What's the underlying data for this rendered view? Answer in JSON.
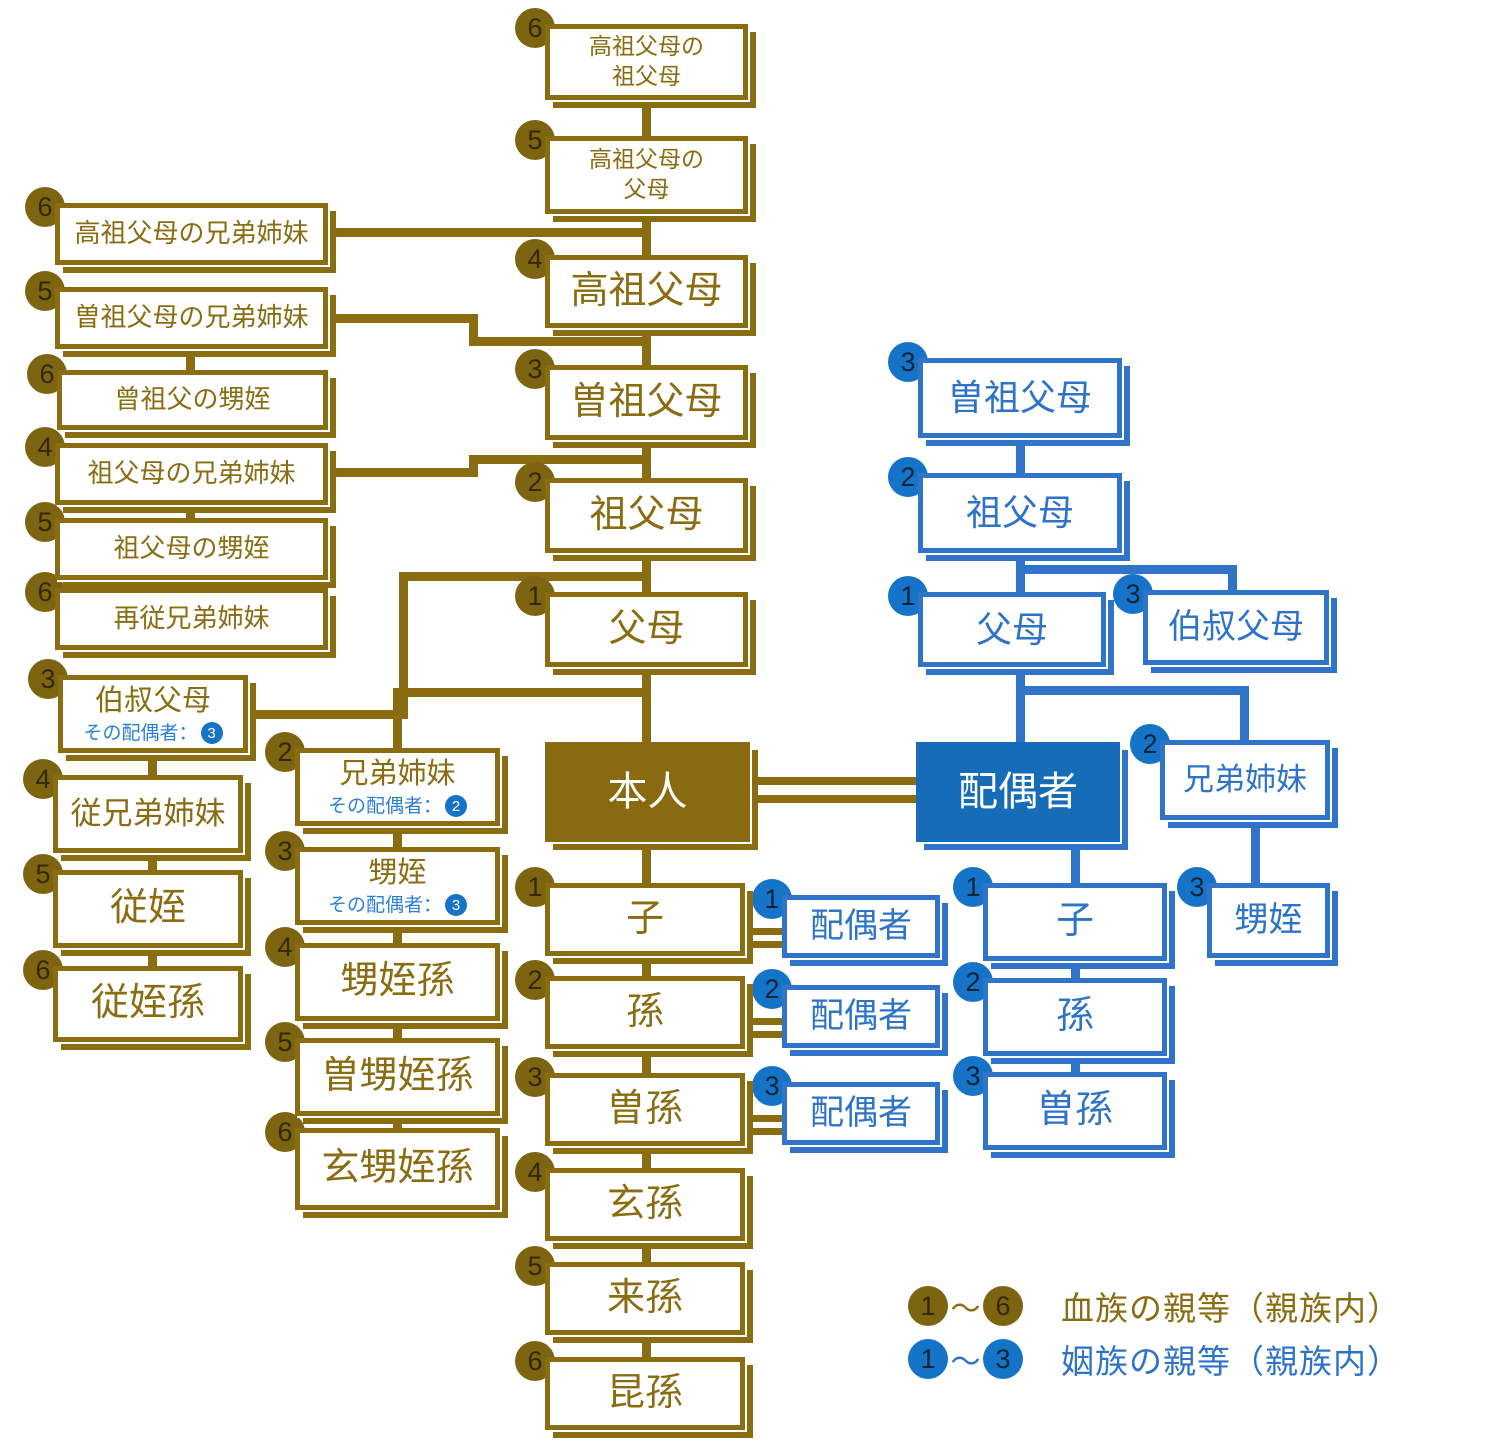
{
  "colors": {
    "blood": "#8a6c11",
    "blood_badge": "#7d6410",
    "affinity_line": "#2f74c8",
    "affinity_fill": "#176cb8",
    "affinity_badge": "#1573c8"
  },
  "center": [
    {
      "label": "高祖父母の\n祖父母",
      "degree": "6"
    },
    {
      "label": "高祖父母の\n父母",
      "degree": "5"
    },
    {
      "label": "高祖父母",
      "degree": "4"
    },
    {
      "label": "曽祖父母",
      "degree": "3"
    },
    {
      "label": "祖父母",
      "degree": "2"
    },
    {
      "label": "父母",
      "degree": "1"
    }
  ],
  "self": {
    "label": "本人"
  },
  "descendants": [
    {
      "label": "子",
      "degree": "1"
    },
    {
      "label": "孫",
      "degree": "2"
    },
    {
      "label": "曽孫",
      "degree": "3"
    },
    {
      "label": "玄孫",
      "degree": "4"
    },
    {
      "label": "来孫",
      "degree": "5"
    },
    {
      "label": "昆孫",
      "degree": "6"
    }
  ],
  "left": [
    {
      "label": "高祖父母の兄弟姉妹",
      "degree": "6"
    },
    {
      "label": "曽祖父母の兄弟姉妹",
      "degree": "5"
    },
    {
      "label": "曾祖父の甥姪",
      "degree": "6"
    },
    {
      "label": "祖父母の兄弟姉妹",
      "degree": "4"
    },
    {
      "label": "祖父母の甥姪",
      "degree": "5"
    },
    {
      "label": "再従兄弟姉妹",
      "degree": "6"
    },
    {
      "label": "伯叔父母",
      "degree": "3",
      "spouse_note": "その配偶者：",
      "spouse_degree": "3"
    },
    {
      "label": "従兄弟姉妹",
      "degree": "4"
    },
    {
      "label": "従姪",
      "degree": "5"
    },
    {
      "label": "従姪孫",
      "degree": "6"
    }
  ],
  "mid": [
    {
      "label": "兄弟姉妹",
      "degree": "2",
      "spouse_note": "その配偶者：",
      "spouse_degree": "2"
    },
    {
      "label": "甥姪",
      "degree": "3",
      "spouse_note": "その配偶者：",
      "spouse_degree": "3"
    },
    {
      "label": "甥姪孫",
      "degree": "4"
    },
    {
      "label": "曽甥姪孫",
      "degree": "5"
    },
    {
      "label": "玄甥姪孫",
      "degree": "6"
    }
  ],
  "descendant_spouses": [
    {
      "label": "配偶者",
      "degree": "1"
    },
    {
      "label": "配偶者",
      "degree": "2"
    },
    {
      "label": "配偶者",
      "degree": "3"
    }
  ],
  "spouse": {
    "label": "配偶者"
  },
  "inlaw": [
    {
      "label": "曽祖父母",
      "degree": "3"
    },
    {
      "label": "祖父母",
      "degree": "2"
    },
    {
      "label": "父母",
      "degree": "1"
    },
    {
      "label": "伯叔父母",
      "degree": "3"
    },
    {
      "label": "兄弟姉妹",
      "degree": "2"
    },
    {
      "label": "甥姪",
      "degree": "3"
    },
    {
      "label": "子",
      "degree": "1"
    },
    {
      "label": "孫",
      "degree": "2"
    },
    {
      "label": "曽孫",
      "degree": "3"
    }
  ],
  "legend": [
    {
      "from": "1",
      "tilde": "〜",
      "to": "6",
      "label": "血族の親等（親族内）"
    },
    {
      "from": "1",
      "tilde": "〜",
      "to": "3",
      "label": "姻族の親等（親族内）"
    }
  ]
}
